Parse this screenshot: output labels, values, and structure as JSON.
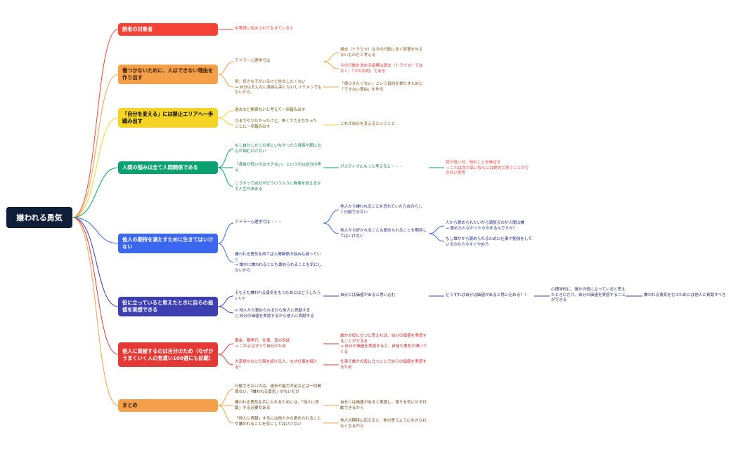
{
  "root": "嫌われる勇気",
  "branches": [
    {
      "label": "読者の対象者",
      "color": "#f44336",
      "children": [
        "劣等感に悩まされて生きている人"
      ]
    },
    {
      "label": "傷つかないために、人はできない理由を作り出す",
      "color": "#f4a04a",
      "c1": "アドラー心理学では",
      "c1a": "過去（トラウマ）は今の行動に全く影響を与えないものだと考える",
      "c1b": "今の行動を決める指標は過去（トラウマ）ではなく、「今の目的」である",
      "c2": "例：好きな子がいるけど告白したくない\n→ 自分はそんなに身長も高くないしイケメンでもないから。",
      "c2a": "「傷つきたくない」という目的を果たすために「できない理由」を作る"
    },
    {
      "label": "「自分を変える」には禁止エリアへ一歩踏み出す",
      "color": "#f4d424",
      "c1": "過去など関係ないと考えて一歩踏み出す",
      "c2": "今までやりたかったけど、怖くてできなかったことに一歩踏み出す",
      "c2a": "これが自分を変えるということ"
    },
    {
      "label": "人間の悩みは全て人間関係である",
      "color": "#0aa070",
      "c1": "もし自分しかこの世にいなかったら身長や顔になんか悩むわけない",
      "c2": "「身長が低いのはモテない」というのは自分の考え",
      "c3": "こうやって自分がどういうふうに物事を捉えるかで人生が決まる",
      "c2a": "ポジティブにもっと考えると・・・",
      "c2b": "背が低い分、他のことを伸ばす\n→ これは背が高い奴らには絶対に思うことができない思考"
    },
    {
      "label": "他人の期待を満たすために生きてはいけない",
      "color": "#3a66f0",
      "c1": "アドラー心理学では・・・",
      "c1a": "他人から嫌われることを恐れていたら自分らしく行動できない",
      "c1b": "他人から好かれることも褒められることを期待してはいけない",
      "c1b1": "人から褒められたいから頑張るのが人間は嫌\n→ 褒められなかったらやめるんですか?",
      "c1b2": "もし誰かから褒められるために仕事や勉強をしているのなら今すぐやめろ",
      "c2": "嫌われる勇気を持てば人間関係の悩みも減っていく\n→ 誰かに嫌われることも褒められることも気にしないから"
    },
    {
      "label": "役に立っていると思えたときに自らの価値を実感できる",
      "color": "#3d3fb0",
      "c1": "そもそも嫌われる勇気をもつためにはどうしたらいい?",
      "c2": "× 他人から褒められるから他人に貢献する\n○ 自分の価値を実感するから他人に貢献する",
      "c1a": "自分には価値があると思い込む",
      "c1b": "どうすれば自分は価値があると思い込める？？",
      "c1c": "心理学的に、誰かの役に立っていると思えたときにだけ、自分の価値を実感することができる",
      "c1d": "嫌われる勇気をもつためには他人に貢献すべき"
    },
    {
      "label": "他人に貢献するのは自分のため（なぜかうまくいく人の気遣い100選にも記載）",
      "color": "#e53935",
      "c1": "募金、親孝行、仕事、盲の世話\n→ これらはすべて自分のため",
      "c1a": "誰かの役に立つと思えれば、自分の価値を実感することができる\n→ 自分の価値を実感すると、自信や勇気が湧いてくる",
      "c2": "大富豪なのに仕事を続ける人、なぜ仕事を続ける?",
      "c2a": "仕事で誰かの役に立つことで自らの価値を実感するため"
    },
    {
      "label": "まとめ",
      "color": "#f4a04a",
      "c1": "行動できないのは、過去や能力不足などは一切関係ない、「嫌われる勇気」がないだけ",
      "c2": "嫌われる勇気を手に入れるためには、「他人に貢献」する必要がある",
      "c3": "「他人に貢献」するには他人から褒められることや嫌われることを気にしてはいけない",
      "c2a": "自分には価値があると実感し、周りを気にせず行動できるから",
      "c3a": "他人の期待に応えると、他の思うように生きられなくなるから"
    }
  ]
}
